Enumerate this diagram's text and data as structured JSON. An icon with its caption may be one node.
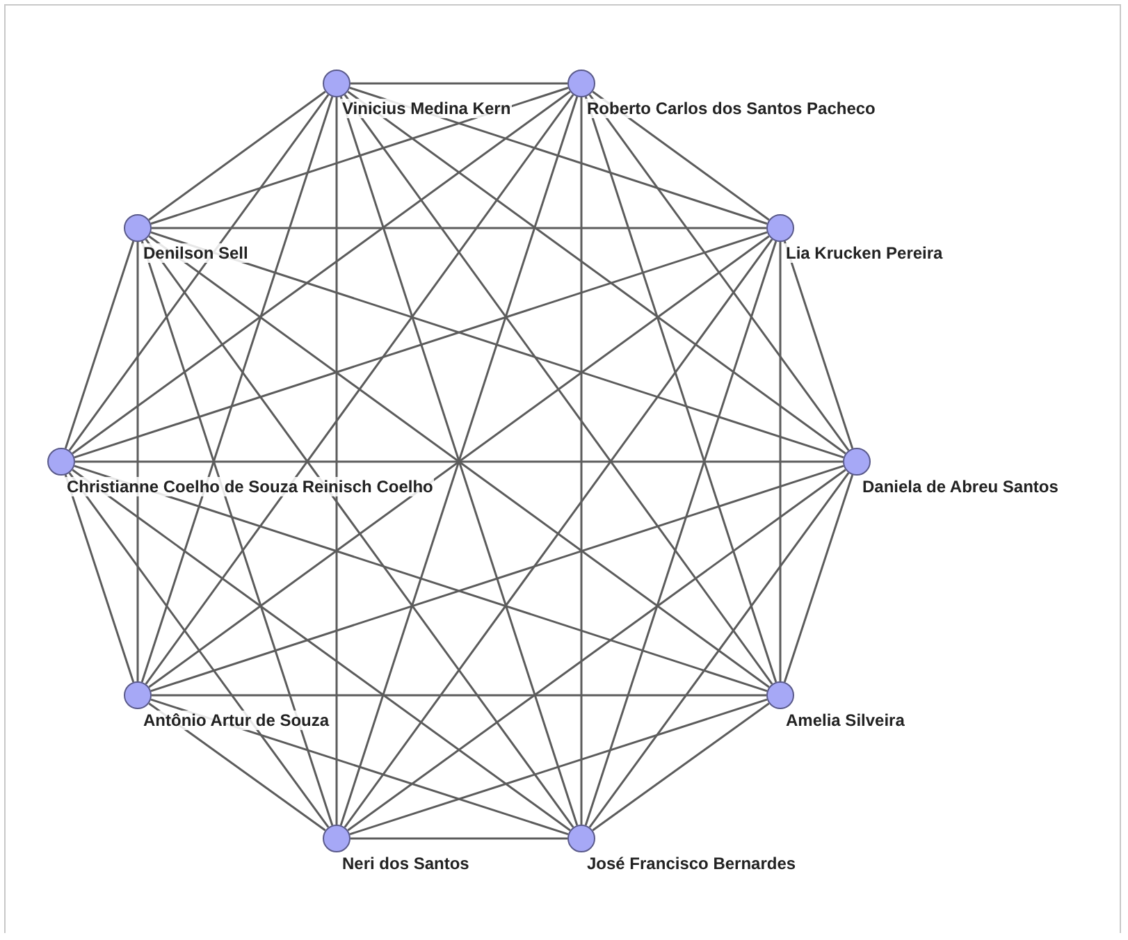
{
  "diagram": {
    "nodes": [
      {
        "text": [],
        "shape": "circle",
        "beside": [
          "Vinicius Medina Kern"
        ]
      },
      {
        "text": [],
        "shape": "circle",
        "beside": [
          "Roberto Carlos dos Santos Pacheco"
        ]
      },
      {
        "text": [],
        "shape": "circle",
        "beside": [
          "Lia Krucken Pereira"
        ]
      },
      {
        "text": [],
        "shape": "circle",
        "beside": [
          "Daniela de Abreu Santos"
        ]
      },
      {
        "text": [],
        "shape": "circle",
        "beside": [
          "Amelia Silveira"
        ]
      },
      {
        "text": [],
        "shape": "circle",
        "beside": [
          "José Francisco Bernardes"
        ]
      },
      {
        "text": [],
        "shape": "circle",
        "beside": [
          "Neri dos Santos"
        ]
      },
      {
        "text": [],
        "shape": "circle",
        "beside": [
          "Antônio Artur de Souza"
        ]
      },
      {
        "text": [],
        "shape": "circle",
        "beside": [
          "Christianne Coelho de Souza Reinisch Coelho"
        ]
      },
      {
        "text": [],
        "shape": "circle",
        "beside": [
          "Denilson Sell"
        ]
      }
    ],
    "edges": [
      {
        "from": 0,
        "to": 1,
        "arrow": "none"
      },
      {
        "from": 0,
        "to": 2,
        "arrow": "none"
      },
      {
        "from": 0,
        "to": 3,
        "arrow": "none"
      },
      {
        "from": 0,
        "to": 4,
        "arrow": "none"
      },
      {
        "from": 0,
        "to": 5,
        "arrow": "none"
      },
      {
        "from": 0,
        "to": 6,
        "arrow": "none"
      },
      {
        "from": 0,
        "to": 7,
        "arrow": "none"
      },
      {
        "from": 0,
        "to": 8,
        "arrow": "none"
      },
      {
        "from": 0,
        "to": 9,
        "arrow": "none"
      },
      {
        "from": 1,
        "to": 2,
        "arrow": "none"
      },
      {
        "from": 1,
        "to": 3,
        "arrow": "none"
      },
      {
        "from": 1,
        "to": 4,
        "arrow": "none"
      },
      {
        "from": 1,
        "to": 5,
        "arrow": "none"
      },
      {
        "from": 1,
        "to": 6,
        "arrow": "none"
      },
      {
        "from": 1,
        "to": 7,
        "arrow": "none"
      },
      {
        "from": 1,
        "to": 8,
        "arrow": "none"
      },
      {
        "from": 1,
        "to": 9,
        "arrow": "none"
      },
      {
        "from": 2,
        "to": 3,
        "arrow": "none"
      },
      {
        "from": 2,
        "to": 4,
        "arrow": "none"
      },
      {
        "from": 2,
        "to": 5,
        "arrow": "none"
      },
      {
        "from": 2,
        "to": 6,
        "arrow": "none"
      },
      {
        "from": 2,
        "to": 7,
        "arrow": "none"
      },
      {
        "from": 2,
        "to": 8,
        "arrow": "none"
      },
      {
        "from": 2,
        "to": 9,
        "arrow": "none"
      },
      {
        "from": 3,
        "to": 4,
        "arrow": "none"
      },
      {
        "from": 3,
        "to": 5,
        "arrow": "none"
      },
      {
        "from": 3,
        "to": 6,
        "arrow": "none"
      },
      {
        "from": 3,
        "to": 7,
        "arrow": "none"
      },
      {
        "from": 3,
        "to": 8,
        "arrow": "none"
      },
      {
        "from": 3,
        "to": 9,
        "arrow": "none"
      },
      {
        "from": 4,
        "to": 5,
        "arrow": "none"
      },
      {
        "from": 4,
        "to": 6,
        "arrow": "none"
      },
      {
        "from": 4,
        "to": 7,
        "arrow": "none"
      },
      {
        "from": 4,
        "to": 8,
        "arrow": "none"
      },
      {
        "from": 4,
        "to": 9,
        "arrow": "none"
      },
      {
        "from": 5,
        "to": 6,
        "arrow": "none"
      },
      {
        "from": 5,
        "to": 7,
        "arrow": "none"
      },
      {
        "from": 5,
        "to": 8,
        "arrow": "none"
      },
      {
        "from": 5,
        "to": 9,
        "arrow": "none"
      },
      {
        "from": 6,
        "to": 7,
        "arrow": "none"
      },
      {
        "from": 6,
        "to": 8,
        "arrow": "none"
      },
      {
        "from": 6,
        "to": 9,
        "arrow": "none"
      },
      {
        "from": 7,
        "to": 8,
        "arrow": "none"
      },
      {
        "from": 7,
        "to": 9,
        "arrow": "none"
      },
      {
        "from": 8,
        "to": 9,
        "arrow": "none"
      }
    ]
  }
}
